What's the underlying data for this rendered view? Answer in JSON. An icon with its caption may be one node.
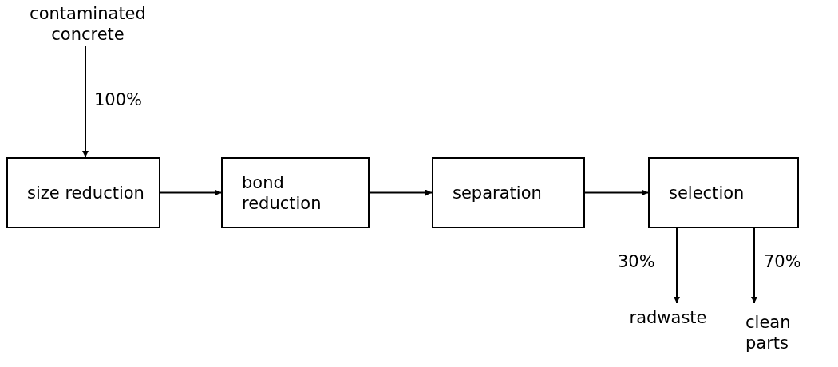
{
  "diagram": {
    "nodes": [
      {
        "text": [
          "contaminated concrete"
        ]
      },
      {
        "text": [
          "size reduction"
        ]
      },
      {
        "text": [
          "bond reduction"
        ]
      },
      {
        "text": [
          "separation"
        ]
      },
      {
        "text": [
          "selection"
        ]
      },
      {
        "text": [
          "radwaste"
        ]
      },
      {
        "text": [
          "clean parts"
        ]
      }
    ],
    "edges": [
      {
        "from": 0,
        "to": 1,
        "arrow": "to",
        "label": "100%"
      },
      {
        "from": 1,
        "to": 2,
        "arrow": "to"
      },
      {
        "from": 2,
        "to": 3,
        "arrow": "to"
      },
      {
        "from": 3,
        "to": 4,
        "arrow": "to"
      },
      {
        "from": 4,
        "to": 5,
        "arrow": "to",
        "label": "30%"
      },
      {
        "from": 4,
        "to": 6,
        "arrow": "to",
        "label": "70%"
      }
    ]
  }
}
